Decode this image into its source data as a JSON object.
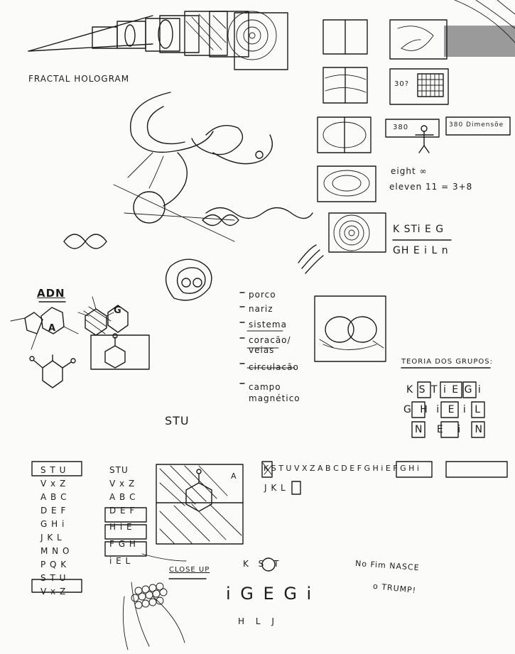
{
  "sketch": {
    "title": "FRACTAL HOLOGRAM",
    "adn_label": "ADN",
    "dna_letters": [
      "A",
      "G"
    ],
    "organs_list": [
      "porco",
      "nariz",
      "sistema",
      "coracão/",
      "veias",
      "circulacão",
      "campo",
      "magnético"
    ],
    "dim_30": "30?",
    "dim_380": "380",
    "dim_380_label": "380 Dimensõe",
    "eight_line": "eight ∞",
    "eleven_line": "eleven 11 = 3+8",
    "kstieg": "K STi E G",
    "gheiln": "GH E i L n",
    "teoria": "TEORIA DOS GRUPOS:",
    "grupos_rows": [
      "K S T  i E G i",
      "G H i  E i  L",
      "N  E i  N"
    ],
    "stu_label": "STU",
    "alphabet_col1": [
      "S T U",
      "V x Z",
      "A B C",
      "D E F",
      "G H i",
      "J K L",
      "M N O",
      "P Q K",
      "S T U",
      "V x Z"
    ],
    "alphabet_col2": [
      "STU",
      "V x Z",
      "A B C",
      "D E F",
      "H i E",
      "F G H",
      "i E L"
    ],
    "long_sequence": "K S T U V X Z A B C D E F G H i E F G H i",
    "jkl": "J K L",
    "close_up": "CLOSE UP",
    "letter_a_small": "A",
    "kst": "K  S  T",
    "igegi": "i G E G i",
    "hlj": "H   L   J",
    "ending_line1": "No Fim NASCE",
    "ending_line2": "o TRUMP!"
  }
}
